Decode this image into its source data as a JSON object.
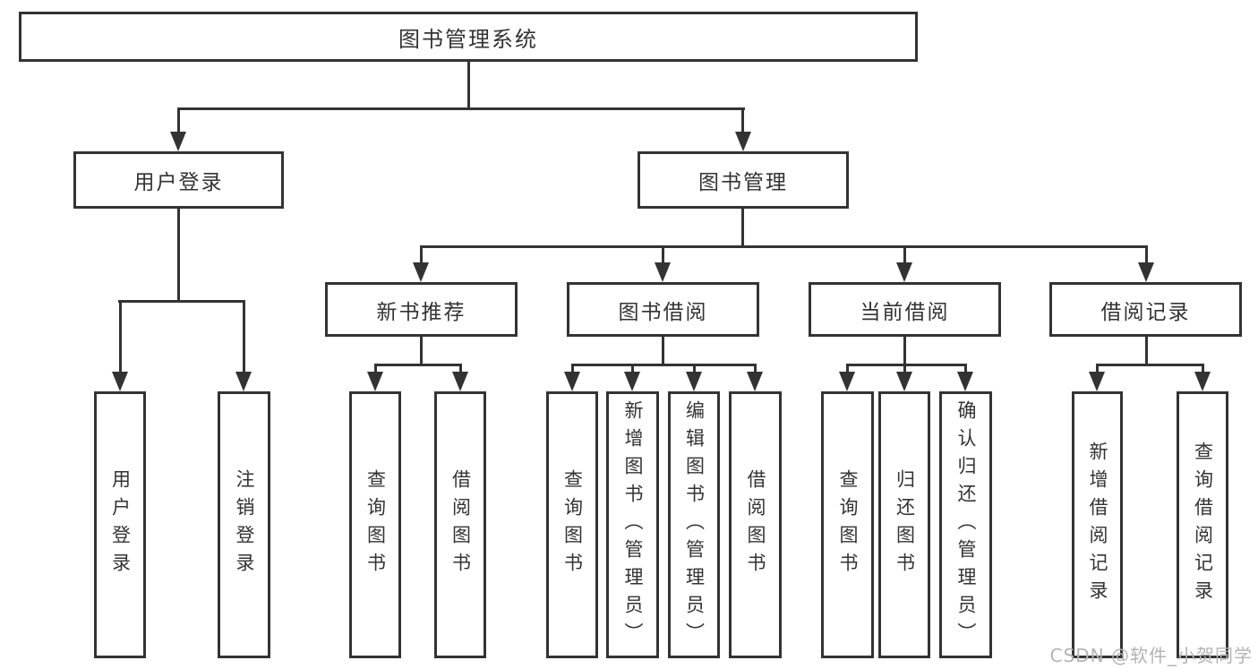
{
  "nodes": {
    "root": "图书管理系统",
    "level2": [
      "用户登录",
      "图书管理"
    ],
    "level3": [
      "新书推荐",
      "图书借阅",
      "当前借阅",
      "借阅记录"
    ],
    "leaves": {
      "user_login": [
        "用户登录",
        "注销登录"
      ],
      "new_books": [
        "查询图书",
        "借阅图书"
      ],
      "book_borrow": [
        "查询图书",
        "新增图书（管理员）",
        "编辑图书（管理员）",
        "借阅图书"
      ],
      "current_borrow": [
        "查询图书",
        "归还图书",
        "确认归还（管理员）"
      ],
      "borrow_records": [
        "新增借阅记录",
        "查询借阅记录"
      ]
    }
  },
  "watermark": "CSDN @软件_小贺同学",
  "colors": {
    "line": "#333333",
    "text": "#333333",
    "background": "#ffffff",
    "watermark": "#b3b3b3"
  }
}
